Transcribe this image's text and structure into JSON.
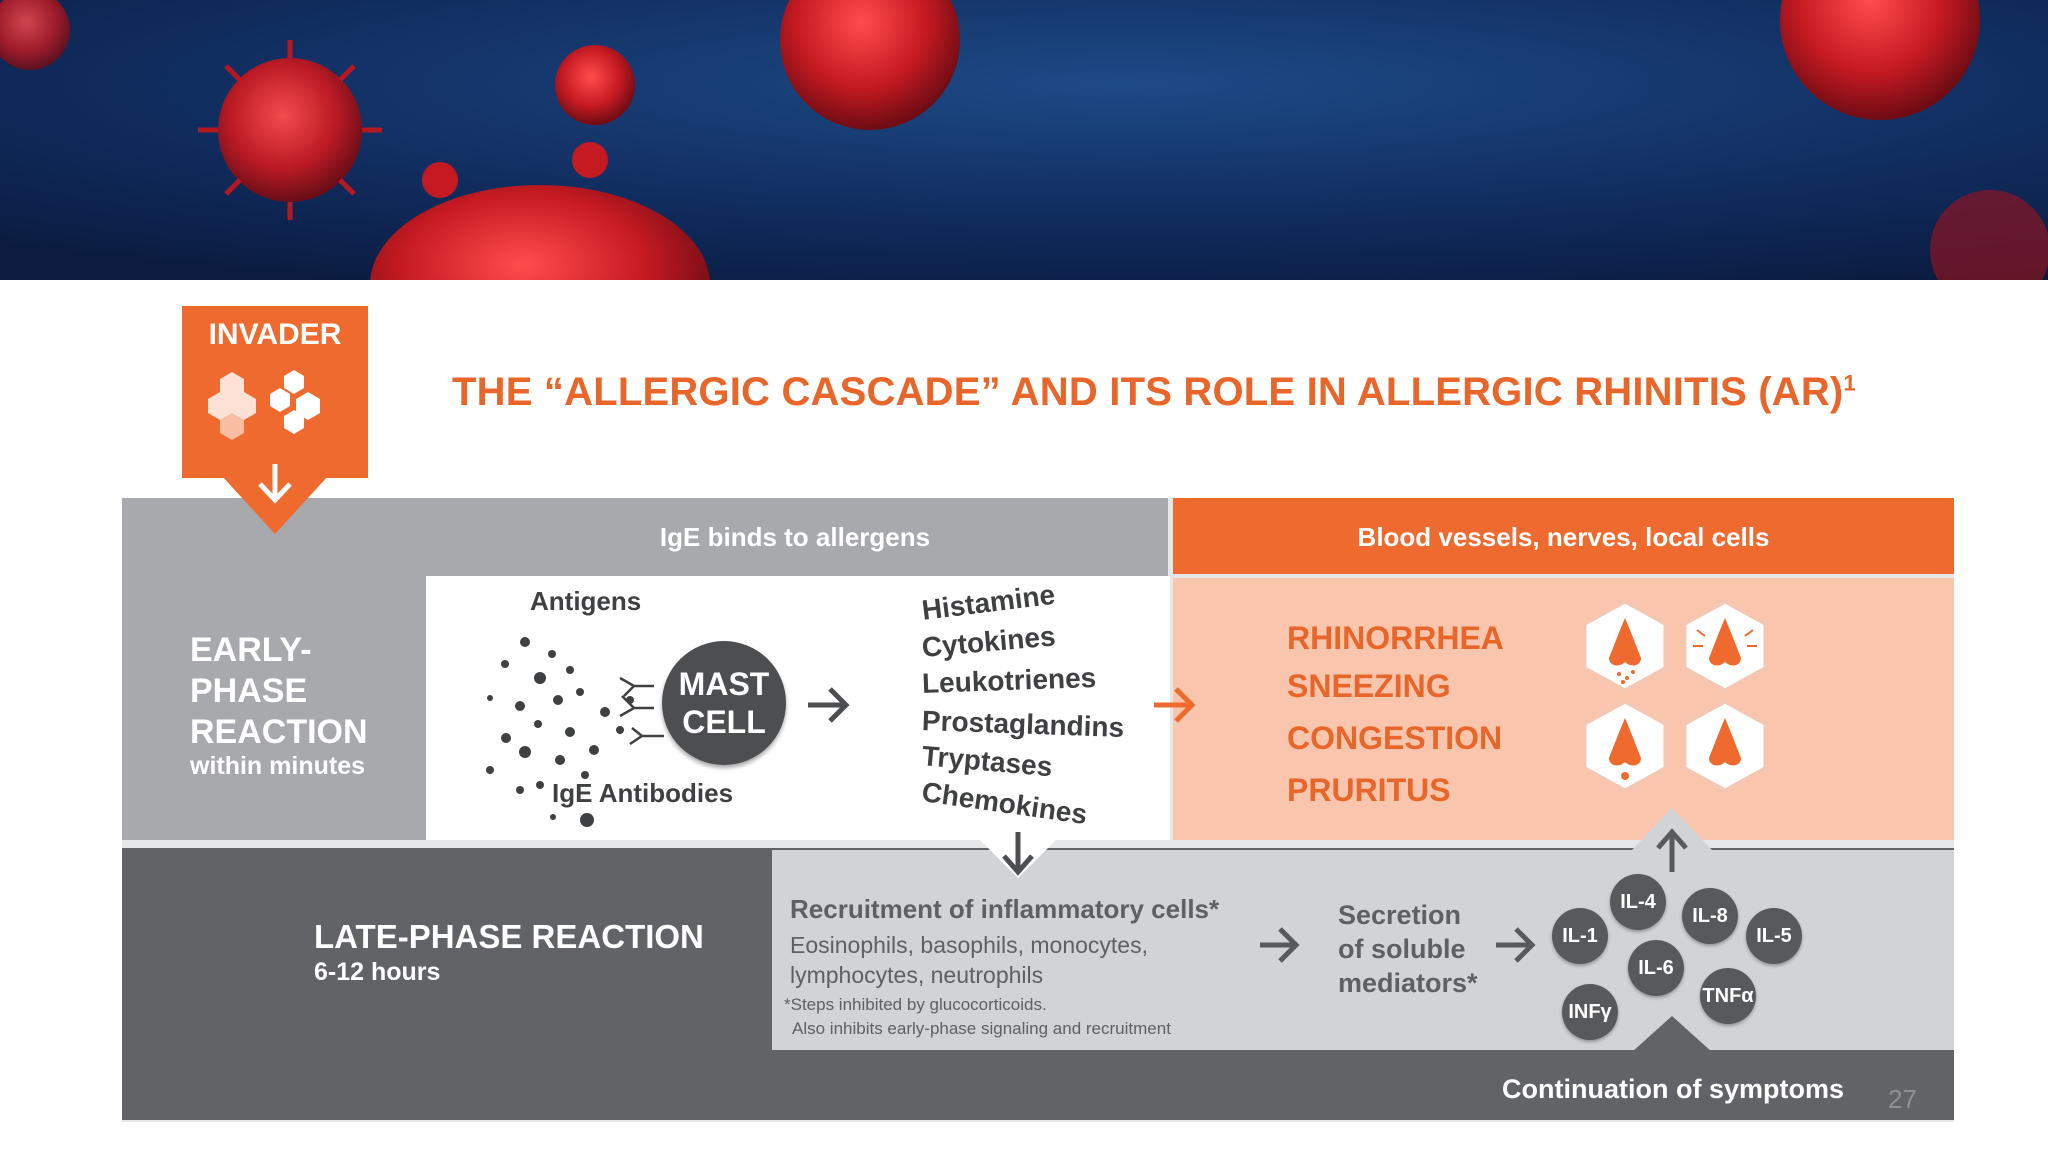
{
  "title": "THE “ALLERGIC CASCADE” AND ITS ROLE IN ALLERGIC RHINITIS (AR)",
  "title_sup": "1",
  "invader": {
    "label": "INVADER"
  },
  "early": {
    "header_left": "IgE binds to allergens",
    "header_right": "Blood vessels, nerves, local cells",
    "label_lines": [
      "EARLY-",
      "PHASE",
      "REACTION"
    ],
    "sublabel": "within minutes",
    "antigens_label": "Antigens",
    "mast_cell_lines": [
      "MAST",
      "CELL"
    ],
    "ige_label": "IgE Antibodies",
    "mediators": [
      "Histamine",
      "Cytokines",
      "Leukotrienes",
      "Prostaglandins",
      "Tryptases",
      "Chemokines"
    ],
    "symptoms": [
      "RHINORRHEA",
      "SNEEZING",
      "CONGESTION",
      "PRURITUS"
    ]
  },
  "late": {
    "label": "LATE-PHASE REACTION",
    "sublabel": "6-12 hours",
    "recruitment_title": "Recruitment of inflammatory cells*",
    "recruitment_lines": [
      "Eosinophils, basophils, monocytes,",
      "lymphocytes, neutrophils"
    ],
    "footnote_lines": [
      "*Steps inhibited by glucocorticoids.",
      "Also inhibits early-phase signaling and recruitment"
    ],
    "secretion_lines": [
      "Secretion",
      "of soluble",
      "mediators*"
    ],
    "interleukins": [
      "IL-4",
      "IL-8",
      "IL-1",
      "IL-5",
      "IL-6",
      "INFγ",
      "TNFα"
    ],
    "continuation": "Continuation of symptoms"
  },
  "page_number": "27",
  "colors": {
    "orange": "#ee6a2e",
    "peach": "#f9c6ad",
    "grey": "#a7a9ac",
    "dark_grey": "#626366",
    "light_grey": "#d1d3d4"
  }
}
